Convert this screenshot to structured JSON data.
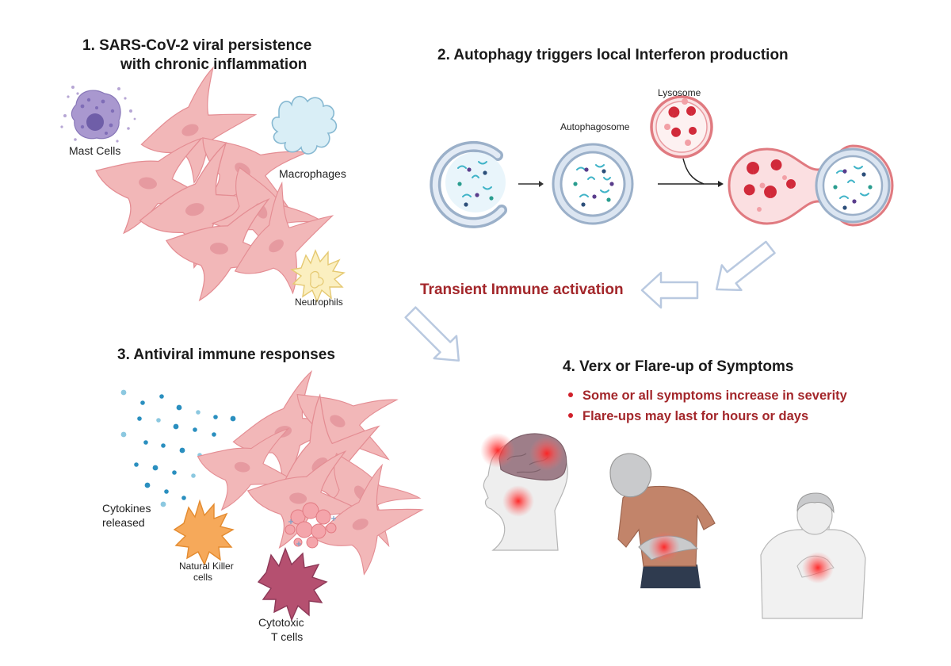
{
  "panel1": {
    "title_line1": "1.  SARS-CoV-2 viral persistence",
    "title_line2": "with chronic inflammation",
    "mast_cells": "Mast Cells",
    "macrophages": "Macrophages",
    "neutrophils": "Neutrophils"
  },
  "panel2": {
    "title": "2.  Autophagy triggers local  Interferon production",
    "lysosome": "Lysosome",
    "autophagosome": "Autophagosome"
  },
  "transition": {
    "label": "Transient Immune activation"
  },
  "panel3": {
    "title": "3. Antiviral immune responses",
    "cytokines_line1": "Cytokines",
    "cytokines_line2": "released",
    "nk_line1": "Natural Killer",
    "nk_line2": "cells",
    "tcell_line1": "Cytotoxic",
    "tcell_line2": "T cells"
  },
  "panel4": {
    "title": "4.  Verx or Flare-up of Symptoms",
    "bullets": [
      "Some or all symptoms increase in severity",
      "Flare-ups may last for hours or days"
    ]
  },
  "colors": {
    "accent_red": "#a3262a",
    "arrow_blue": "#b9c9e0",
    "membrane_blue": "#a9b9cf",
    "lysosome_red": "#e07a80",
    "fibroblast_pink": "#f2b7b8"
  }
}
